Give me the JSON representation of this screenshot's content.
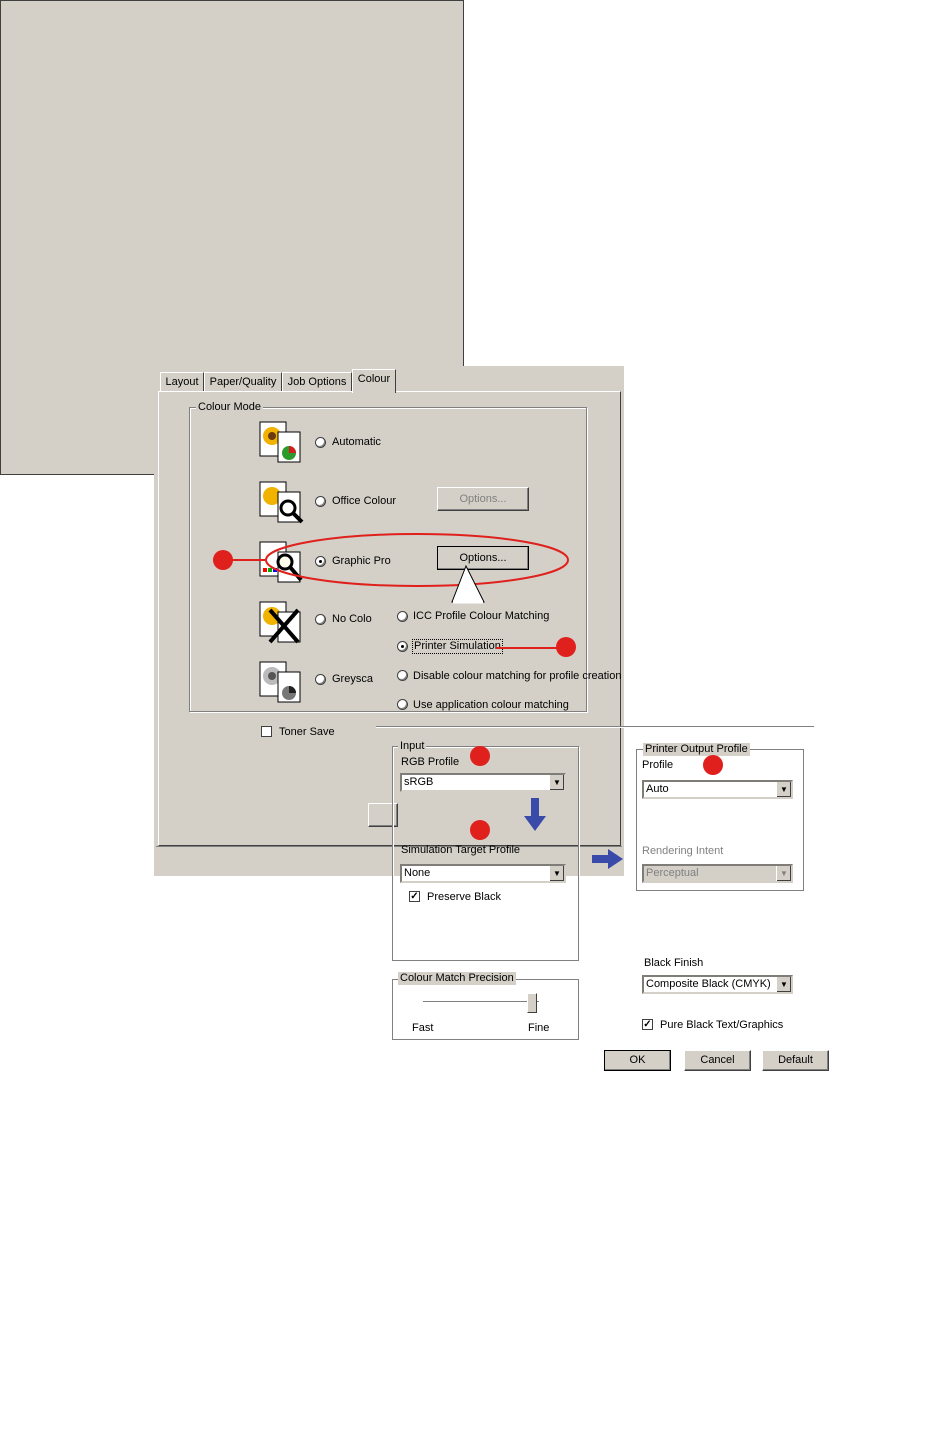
{
  "tabs": [
    "Layout",
    "Paper/Quality",
    "Job Options",
    "Colour"
  ],
  "active_tab": "Colour",
  "colour_mode": {
    "title": "Colour Mode",
    "options": [
      {
        "label": "Automatic",
        "selected": false,
        "icon": "colour-document-icon"
      },
      {
        "label": "Office Colour",
        "selected": false,
        "icon": "office-colour-magnifier-icon"
      },
      {
        "label": "Graphic Pro",
        "selected": true,
        "icon": "graphic-pro-magnifier-icon"
      },
      {
        "label": "No Colo",
        "selected": false,
        "icon": "no-colour-crossed-icon"
      },
      {
        "label": "Greysca",
        "selected": false,
        "icon": "greyscale-document-icon"
      }
    ],
    "options_button_label": "Options..."
  },
  "toner_save": {
    "label": "Toner Save",
    "checked": false
  },
  "sub_dialog": {
    "matching_options": [
      {
        "label": "ICC Profile Colour Matching",
        "selected": false
      },
      {
        "label": "Printer Simulation",
        "selected": true
      },
      {
        "label": "Disable colour matching for profile creation",
        "selected": false
      },
      {
        "label": "Use application colour matching",
        "selected": false
      }
    ],
    "input": {
      "title": "Input",
      "rgb_profile_label": "RGB Profile",
      "rgb_profile_value": "sRGB",
      "simulation_target_label": "Simulation Target Profile",
      "simulation_target_value": "None",
      "preserve_black_label": "Preserve Black",
      "preserve_black_checked": true
    },
    "printer_output": {
      "title": "Printer Output Profile",
      "profile_label": "Profile",
      "profile_value": "Auto",
      "rendering_intent_label": "Rendering Intent",
      "rendering_intent_value": "Perceptual"
    },
    "precision": {
      "title": "Colour Match Precision",
      "min_label": "Fast",
      "max_label": "Fine",
      "level": 1.0
    },
    "black_finish": {
      "label": "Black Finish",
      "value": "Composite Black (CMYK)"
    },
    "pure_black": {
      "label": "Pure Black Text/Graphics",
      "checked": true
    },
    "buttons": {
      "ok": "OK",
      "cancel": "Cancel",
      "default": "Default"
    }
  },
  "colors": {
    "dialog": "#d4d0c8",
    "callout": "#e0201c",
    "arrow": "#3a4aa8"
  }
}
